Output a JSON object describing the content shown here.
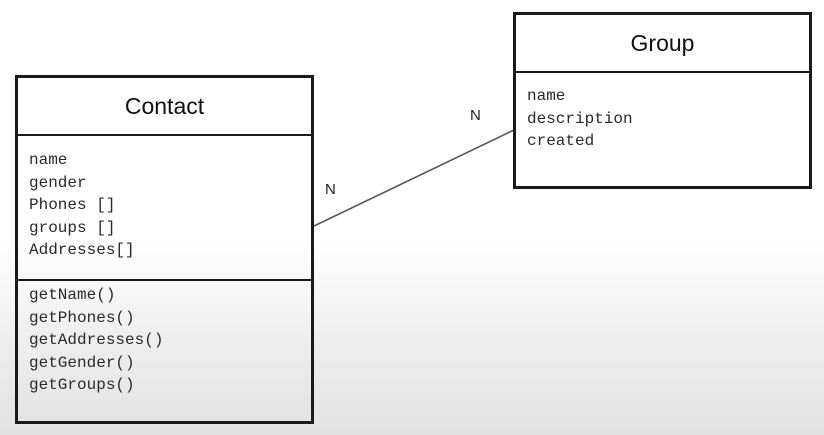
{
  "classes": {
    "contact": {
      "name": "Contact",
      "attributes": [
        "name",
        "gender",
        "Phones []",
        "groups []",
        "Addresses[]"
      ],
      "methods": [
        "getName()",
        "getPhones()",
        "getAddresses()",
        "getGender()",
        "getGroups()"
      ]
    },
    "group": {
      "name": "Group",
      "attributes": [
        "name",
        "description",
        "created"
      ]
    }
  },
  "association": {
    "contact_multiplicity": "N",
    "group_multiplicity": "N"
  }
}
